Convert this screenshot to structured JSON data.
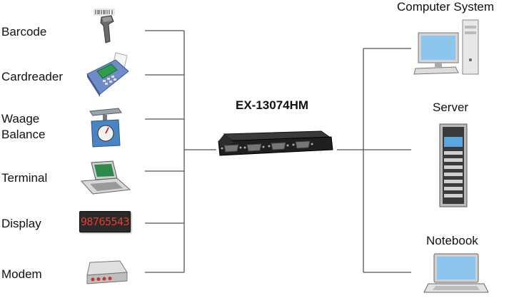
{
  "hub": {
    "model": "EX-13074HM"
  },
  "left_devices": [
    {
      "label": "Barcode"
    },
    {
      "label": "Cardreader"
    },
    {
      "label": "Waage\nBalance"
    },
    {
      "label": "Terminal"
    },
    {
      "label": "Display",
      "display_digits": "98765543"
    },
    {
      "label": "Modem"
    }
  ],
  "right_devices": [
    {
      "label": "Computer System"
    },
    {
      "label": "Server"
    },
    {
      "label": "Notebook"
    }
  ]
}
